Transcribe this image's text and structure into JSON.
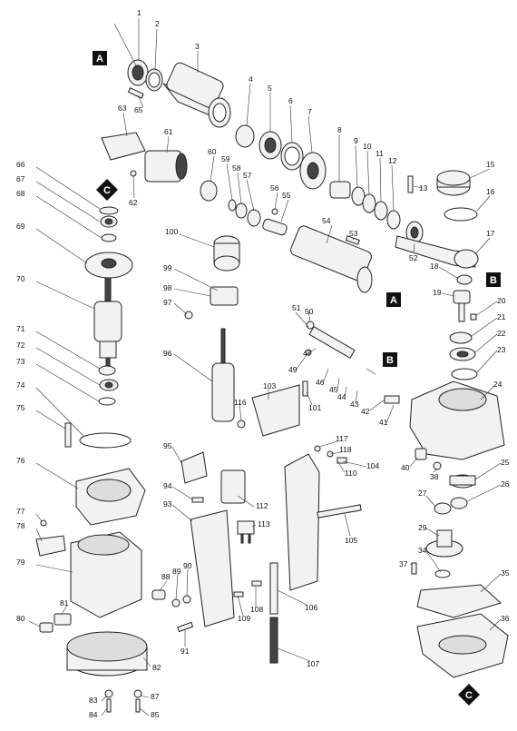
{
  "badges": [
    "A",
    "C",
    "B"
  ],
  "part_numbers": {
    "n1": "1",
    "n2": "2",
    "n3": "3",
    "n4": "4",
    "n5": "5",
    "n6": "6",
    "n7": "7",
    "n8": "8",
    "n9": "9",
    "n10": "10",
    "n11": "11",
    "n12": "12",
    "n13": "13",
    "n15": "15",
    "n16": "16",
    "n17": "17",
    "n18": "18",
    "n19": "19",
    "n20": "20",
    "n21": "21",
    "n22": "22",
    "n23": "23",
    "n24": "24",
    "n25": "25",
    "n26": "26",
    "n27": "27",
    "n29": "29",
    "n34": "34",
    "n35": "35",
    "n36": "36",
    "n37": "37",
    "n38": "38",
    "n40": "40",
    "n41": "41",
    "n42": "42",
    "n43": "43",
    "n44": "44",
    "n45": "45",
    "n46": "46",
    "n47": "47",
    "n49": "49",
    "n50": "50",
    "n51": "51",
    "n52": "52",
    "n53": "53",
    "n54": "54",
    "n55": "55",
    "n56": "56",
    "n57": "57",
    "n58": "58",
    "n59": "59",
    "n60": "60",
    "n61": "61",
    "n62": "62",
    "n63": "63",
    "n65": "65",
    "n66": "66",
    "n67": "67",
    "n68": "68",
    "n69": "69",
    "n70": "70",
    "n71": "71",
    "n72": "72",
    "n73": "73",
    "n74": "74",
    "n75": "75",
    "n76": "76",
    "n77": "77",
    "n78": "78",
    "n79": "79",
    "n80": "80",
    "n81": "81",
    "n82": "82",
    "n83": "83",
    "n84": "84",
    "n85": "85",
    "n87": "87",
    "n88": "88",
    "n89": "89",
    "n90": "90",
    "n91": "91",
    "n93": "93",
    "n94": "94",
    "n95": "95",
    "n96": "96",
    "n97": "97",
    "n98": "98",
    "n99": "99",
    "n100": "100",
    "n101": "101",
    "n103": "103",
    "n104": "104",
    "n105": "105",
    "n106": "106",
    "n107": "107",
    "n108": "108",
    "n109": "109",
    "n110": "110",
    "n112": "112",
    "n113": "113",
    "n116": "116",
    "n117": "117",
    "n118": "118"
  }
}
